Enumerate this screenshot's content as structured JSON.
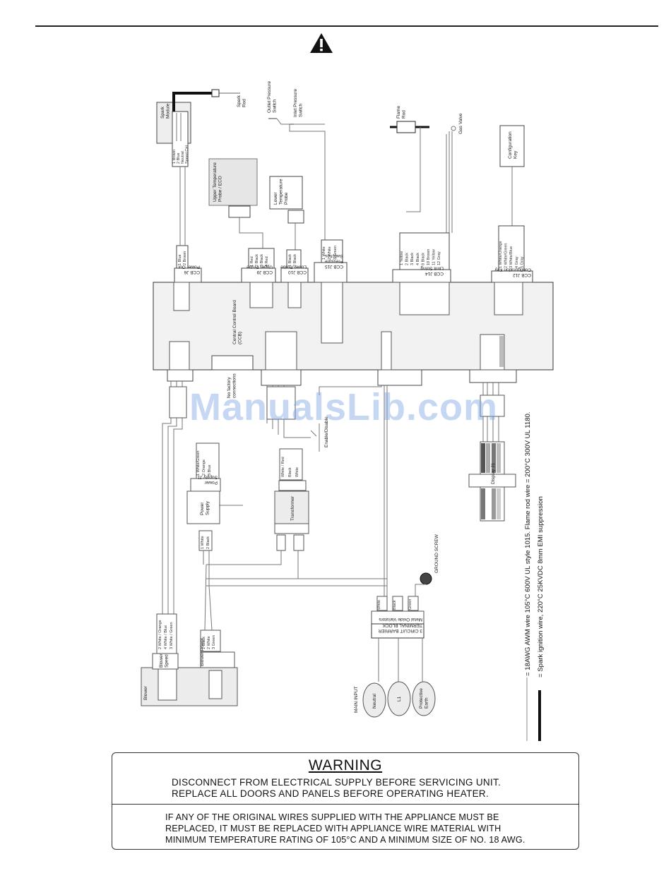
{
  "watermark": "ManualsLib.com",
  "components": {
    "spark_module": "Spark\nModule",
    "spark_rod": "Spark\nRod",
    "outlet_pressure_switch": "Outlet Pressure\nSwitch",
    "inlet_pressure_switch": "Inlet Pressure\nSwitch",
    "flame_rod": "Flame\nRod",
    "gas_valve": "Gas Valve",
    "configuration_key": "Configuration\nKey",
    "upper_probe": "Upper Temperature\nProbe / ECO",
    "lower_probe": "Lower\nTemperature\nProbe",
    "ccb": "Central Control Board\n(CCB)",
    "no_factory": "No factory\nconnections",
    "enable_disable": "Enable/Disable",
    "power_supply": "Power\nSupply",
    "transformer": "Transformer",
    "blower": "Blower",
    "blower_speed": "Blower\nSpeed",
    "blower_power": "Blower Power",
    "display_j1": "Display J1",
    "ground_screw": "GROUND SCREW",
    "metal_oxide": "Metal Oxide Varistors",
    "terminal_block": "3 CIRCUIT BARRIER\nTERMINAL BLOCK",
    "main_input": "MAIN INPUT",
    "neutral": "Neutral",
    "l1": "L1",
    "protective_earth": "Protective\nEarth"
  },
  "connectors": {
    "ccb_j6": "CCB J6\nPower Out",
    "ccb_j9": "CCB J9\nUpper Probe",
    "ccb_j10": "CCB J10\nLower Probe",
    "ccb_j15": "CCB J15\nPressure\nSwitches",
    "ccb_j14": "CCB J14\nLimit String",
    "ccb_j12": "CCB J12\nConfiguration Key",
    "power_supply_conn": "Power\nSupply J1"
  },
  "wire_labels": {
    "spark_module": [
      "1 Brown",
      "2 Blue",
      "Neutral",
      "Speed Ctrl"
    ],
    "power_out": [
      "1 Blue",
      "2 Brown"
    ],
    "upper_probe": [
      "1 Red",
      "2 Black",
      "3 Black",
      "4 Red"
    ],
    "lower_probe": [
      "1 Black",
      "2 Black"
    ],
    "pressure_switches": [
      "1 White",
      "2 White",
      "3 Green"
    ],
    "limit_string": [
      "1 Yellow",
      "2 Black",
      "3 Black",
      "4 Black",
      "8 Black",
      "10 Brown",
      "11 Yellow",
      "12 Gray"
    ],
    "config_key": [
      "1 White/Orange",
      "2 White/Green",
      "3 White/Blue",
      "4 Gray",
      "5 Gray"
    ],
    "blower_speed": [
      "2 White / Orange",
      "4 White / Blue",
      "3 White / Green"
    ],
    "blower_power": [
      "1 Black",
      "2 White",
      "3 Green"
    ],
    "power_supply": [
      "1 White/Green",
      "2 Orange",
      "3 Blue"
    ],
    "transformer": [
      "White / Red",
      "Black",
      "White"
    ],
    "ps_output": [
      "1 White",
      "2 Black"
    ],
    "terminal": [
      "White",
      "Black",
      "Green"
    ]
  },
  "legend": {
    "thin": "= 18AWG AWM wire 105°C 600V UL style 1015.  Flame rod wire = 200°C 300V UL 1180.",
    "thick": "= Spark ignition wire, 220°C 25KVDC 8mm EMI suppression"
  },
  "warning": {
    "title": "WARNING",
    "line1": "DISCONNECT FROM ELECTRICAL SUPPLY BEFORE SERVICING UNIT.",
    "line2": "REPLACE ALL DOORS AND PANELS BEFORE OPERATING HEATER.",
    "para1": "IF ANY OF THE ORIGINAL WIRES SUPPLIED WITH THE APPLIANCE MUST BE",
    "para2": "REPLACED, IT MUST BE REPLACED WITH APPLIANCE WIRE MATERIAL WITH",
    "para3": "MINIMUM TEMPERATURE RATING OF 105°C AND A MINIMUM SIZE OF NO. 18 AWG."
  }
}
